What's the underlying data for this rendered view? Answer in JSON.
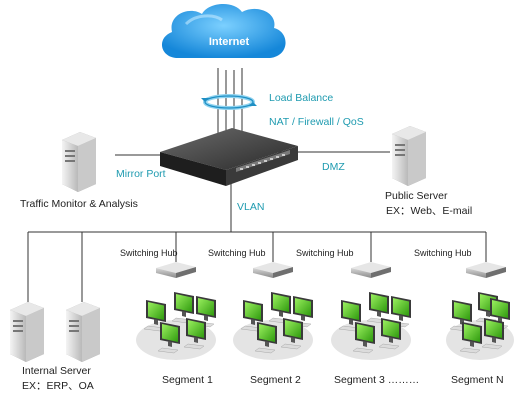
{
  "internet": {
    "label": "Internet"
  },
  "gateway_labels": {
    "load_balance": "Load Balance",
    "nat_firewall_qos": "NAT / Firewall / QoS",
    "mirror_port": "Mirror Port",
    "dmz": "DMZ",
    "vlan": "VLAN"
  },
  "traffic_monitor": {
    "label": "Traffic Monitor & Analysis"
  },
  "public_server": {
    "label": "Public Server",
    "example": "EX：Web、E-mail"
  },
  "internal_server": {
    "label": "Internal Server",
    "example": "EX：ERP、OA"
  },
  "switching_hubs": [
    {
      "label": "Switching Hub"
    },
    {
      "label": "Switching Hub"
    },
    {
      "label": "Switching Hub"
    },
    {
      "label": "Switching Hub"
    }
  ],
  "segments": [
    {
      "label": "Segment 1"
    },
    {
      "label": "Segment 2"
    },
    {
      "label": "Segment 3 ………"
    },
    {
      "label": "Segment N"
    }
  ],
  "colors": {
    "label_teal": "#1f9bb0",
    "cloud_blue": "#2a9fe6",
    "monitor_green": "#44c21a",
    "line": "#333333"
  }
}
